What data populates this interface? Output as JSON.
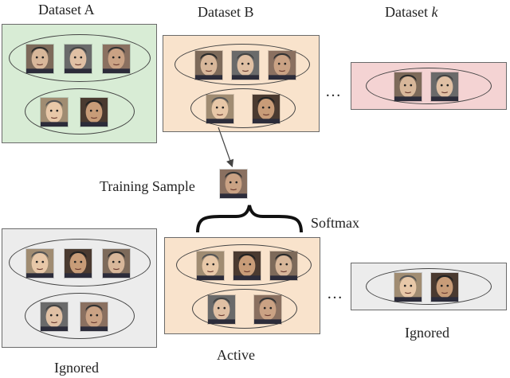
{
  "top": {
    "dataset_a_label": "Dataset A",
    "dataset_b_label": "Dataset B",
    "dataset_k_prefix": "Dataset ",
    "dataset_k_var": "k",
    "ellipsis": "…"
  },
  "middle": {
    "training_sample_label": "Training Sample",
    "softmax_label": "Softmax"
  },
  "bottom": {
    "ignored_left_label": "Ignored",
    "active_label": "Active",
    "ignored_right_label": "Ignored",
    "ellipsis": "…"
  },
  "colors": {
    "dataset_a_fill": "#d8ecd5",
    "dataset_b_fill": "#f9e3cc",
    "dataset_k_fill": "#f4d3d3",
    "ignored_fill": "#ececec",
    "active_fill": "#f9e3cc"
  }
}
